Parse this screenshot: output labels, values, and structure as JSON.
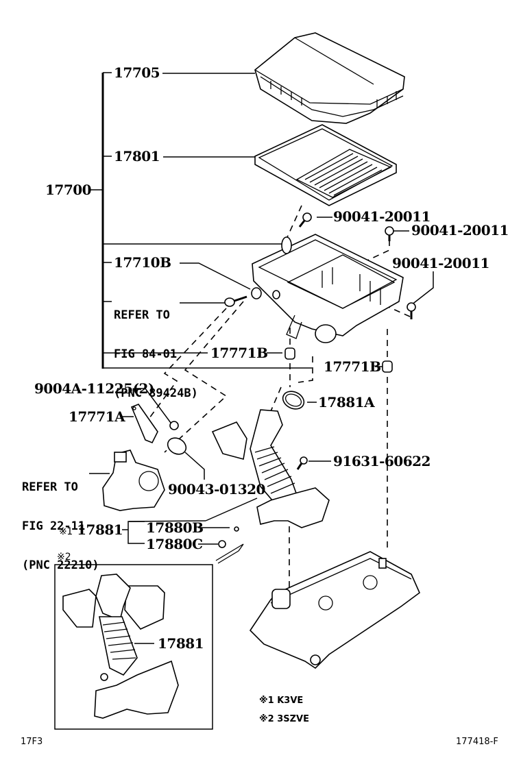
{
  "figure": {
    "code": "17F3",
    "illustration_id": "177418-F"
  },
  "labels": {
    "assembly": "17700",
    "cap": "17705",
    "element": "17801",
    "case": "17710B",
    "bolt_1": "90041-20011",
    "bolt_2": "90041-20011",
    "bolt_3": "90041-20011",
    "grommet_1": "17771B",
    "grommet_2": "17771B",
    "clamp": "17881A",
    "bolt_bracket": "9004A-11225(2)",
    "bracket": "17771A",
    "gasket": "90043-01320",
    "screw": "91631-60622",
    "hose_k3ve": "17881",
    "hose_k3ve_mark": "※1",
    "hose_sub_b": "17880B",
    "hose_sub_c": "17880C",
    "inset_mark": "※2",
    "hose_3szve": "17881"
  },
  "references": {
    "sensor": {
      "line1": "REFER TO",
      "line2": "FIG 84-01",
      "line3": "(PNC 89424B)"
    },
    "throttle": {
      "line1": "REFER TO",
      "line2": "FIG 22-11",
      "line3": "(PNC 22210)"
    }
  },
  "legend": [
    {
      "mark": "※1",
      "engine": "K3VE"
    },
    {
      "mark": "※2",
      "engine": "3SZVE"
    }
  ]
}
